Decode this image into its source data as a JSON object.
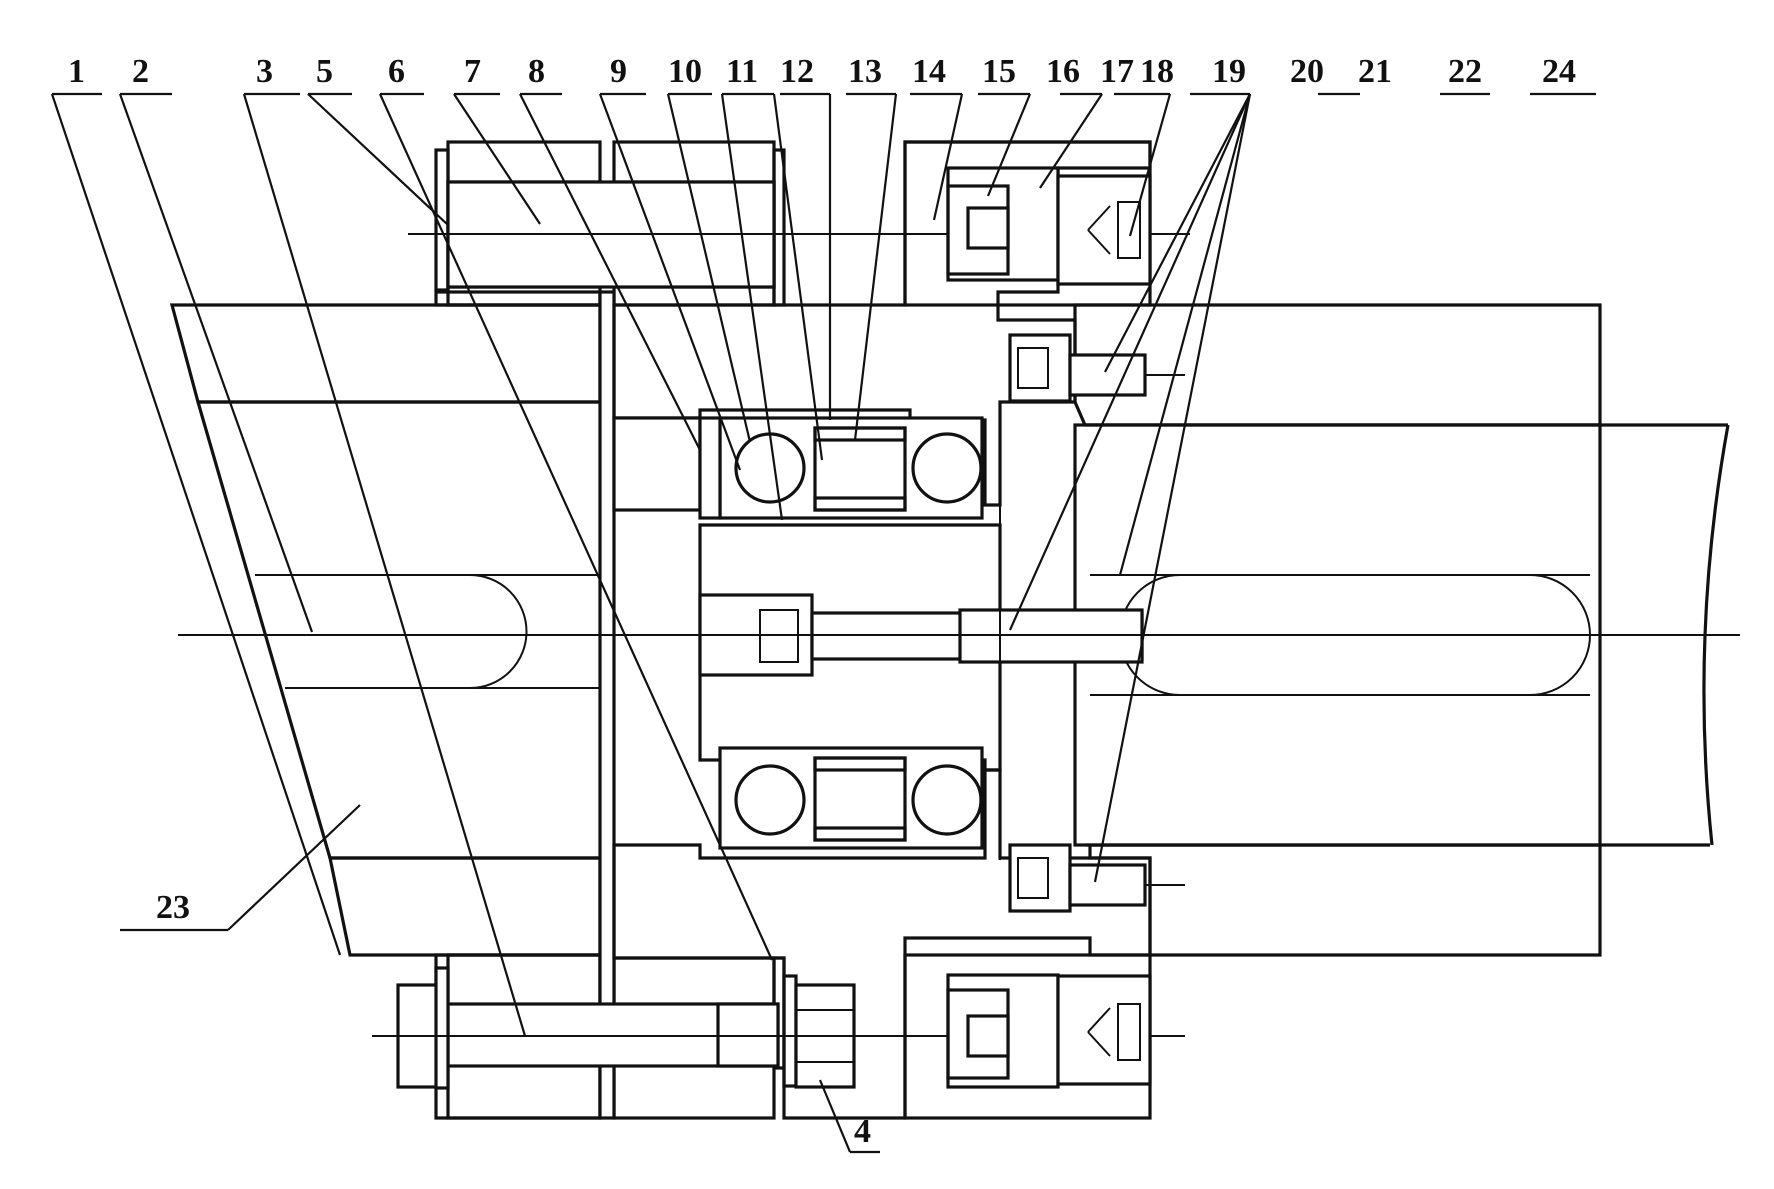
{
  "figure": {
    "part_labels": [
      "1",
      "2",
      "3",
      "5",
      "6",
      "7",
      "8",
      "9",
      "10",
      "11",
      "12",
      "13",
      "14",
      "15",
      "16",
      "17",
      "18",
      "19",
      "20",
      "21",
      "22",
      "24",
      "23",
      "4"
    ]
  },
  "colors": {
    "ink": "#111111",
    "paper": "#ffffff"
  }
}
